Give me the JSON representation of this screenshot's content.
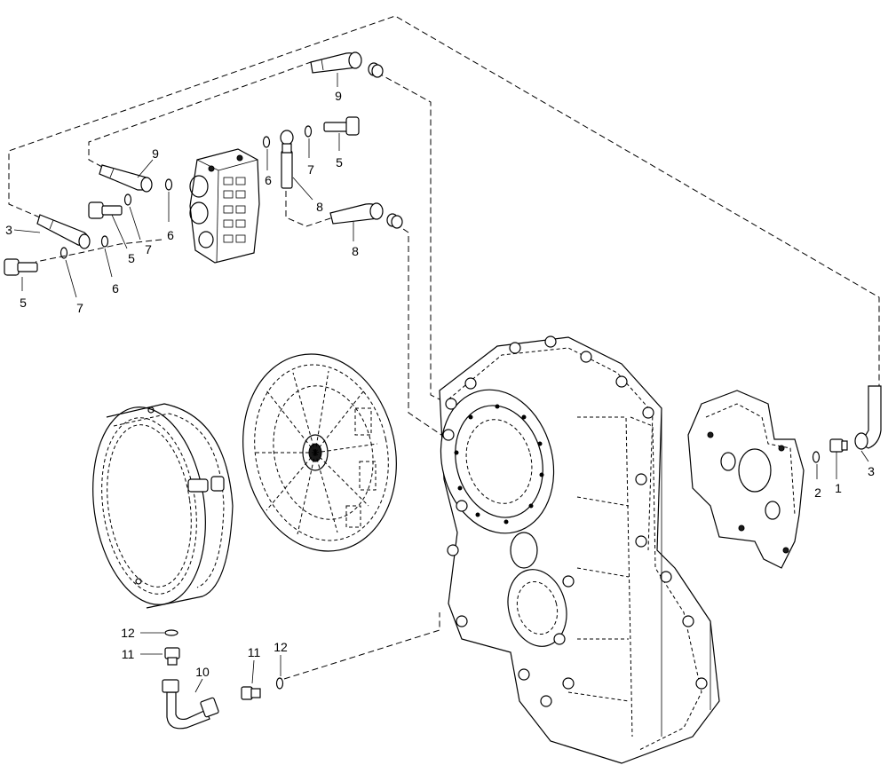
{
  "callouts": {
    "c1": "1",
    "c2": "2",
    "c3a": "3",
    "c3b": "3",
    "c5a": "5",
    "c5b": "5",
    "c5c": "5",
    "c6a": "6",
    "c6b": "6",
    "c6c": "6",
    "c7a": "7",
    "c7b": "7",
    "c7c": "7",
    "c8a": "8",
    "c8b": "8",
    "c9a": "9",
    "c9b": "9",
    "c10": "10",
    "c11a": "11",
    "c11b": "11",
    "c12a": "12",
    "c12b": "12"
  },
  "colors": {
    "line": "#000000",
    "background": "#ffffff"
  }
}
